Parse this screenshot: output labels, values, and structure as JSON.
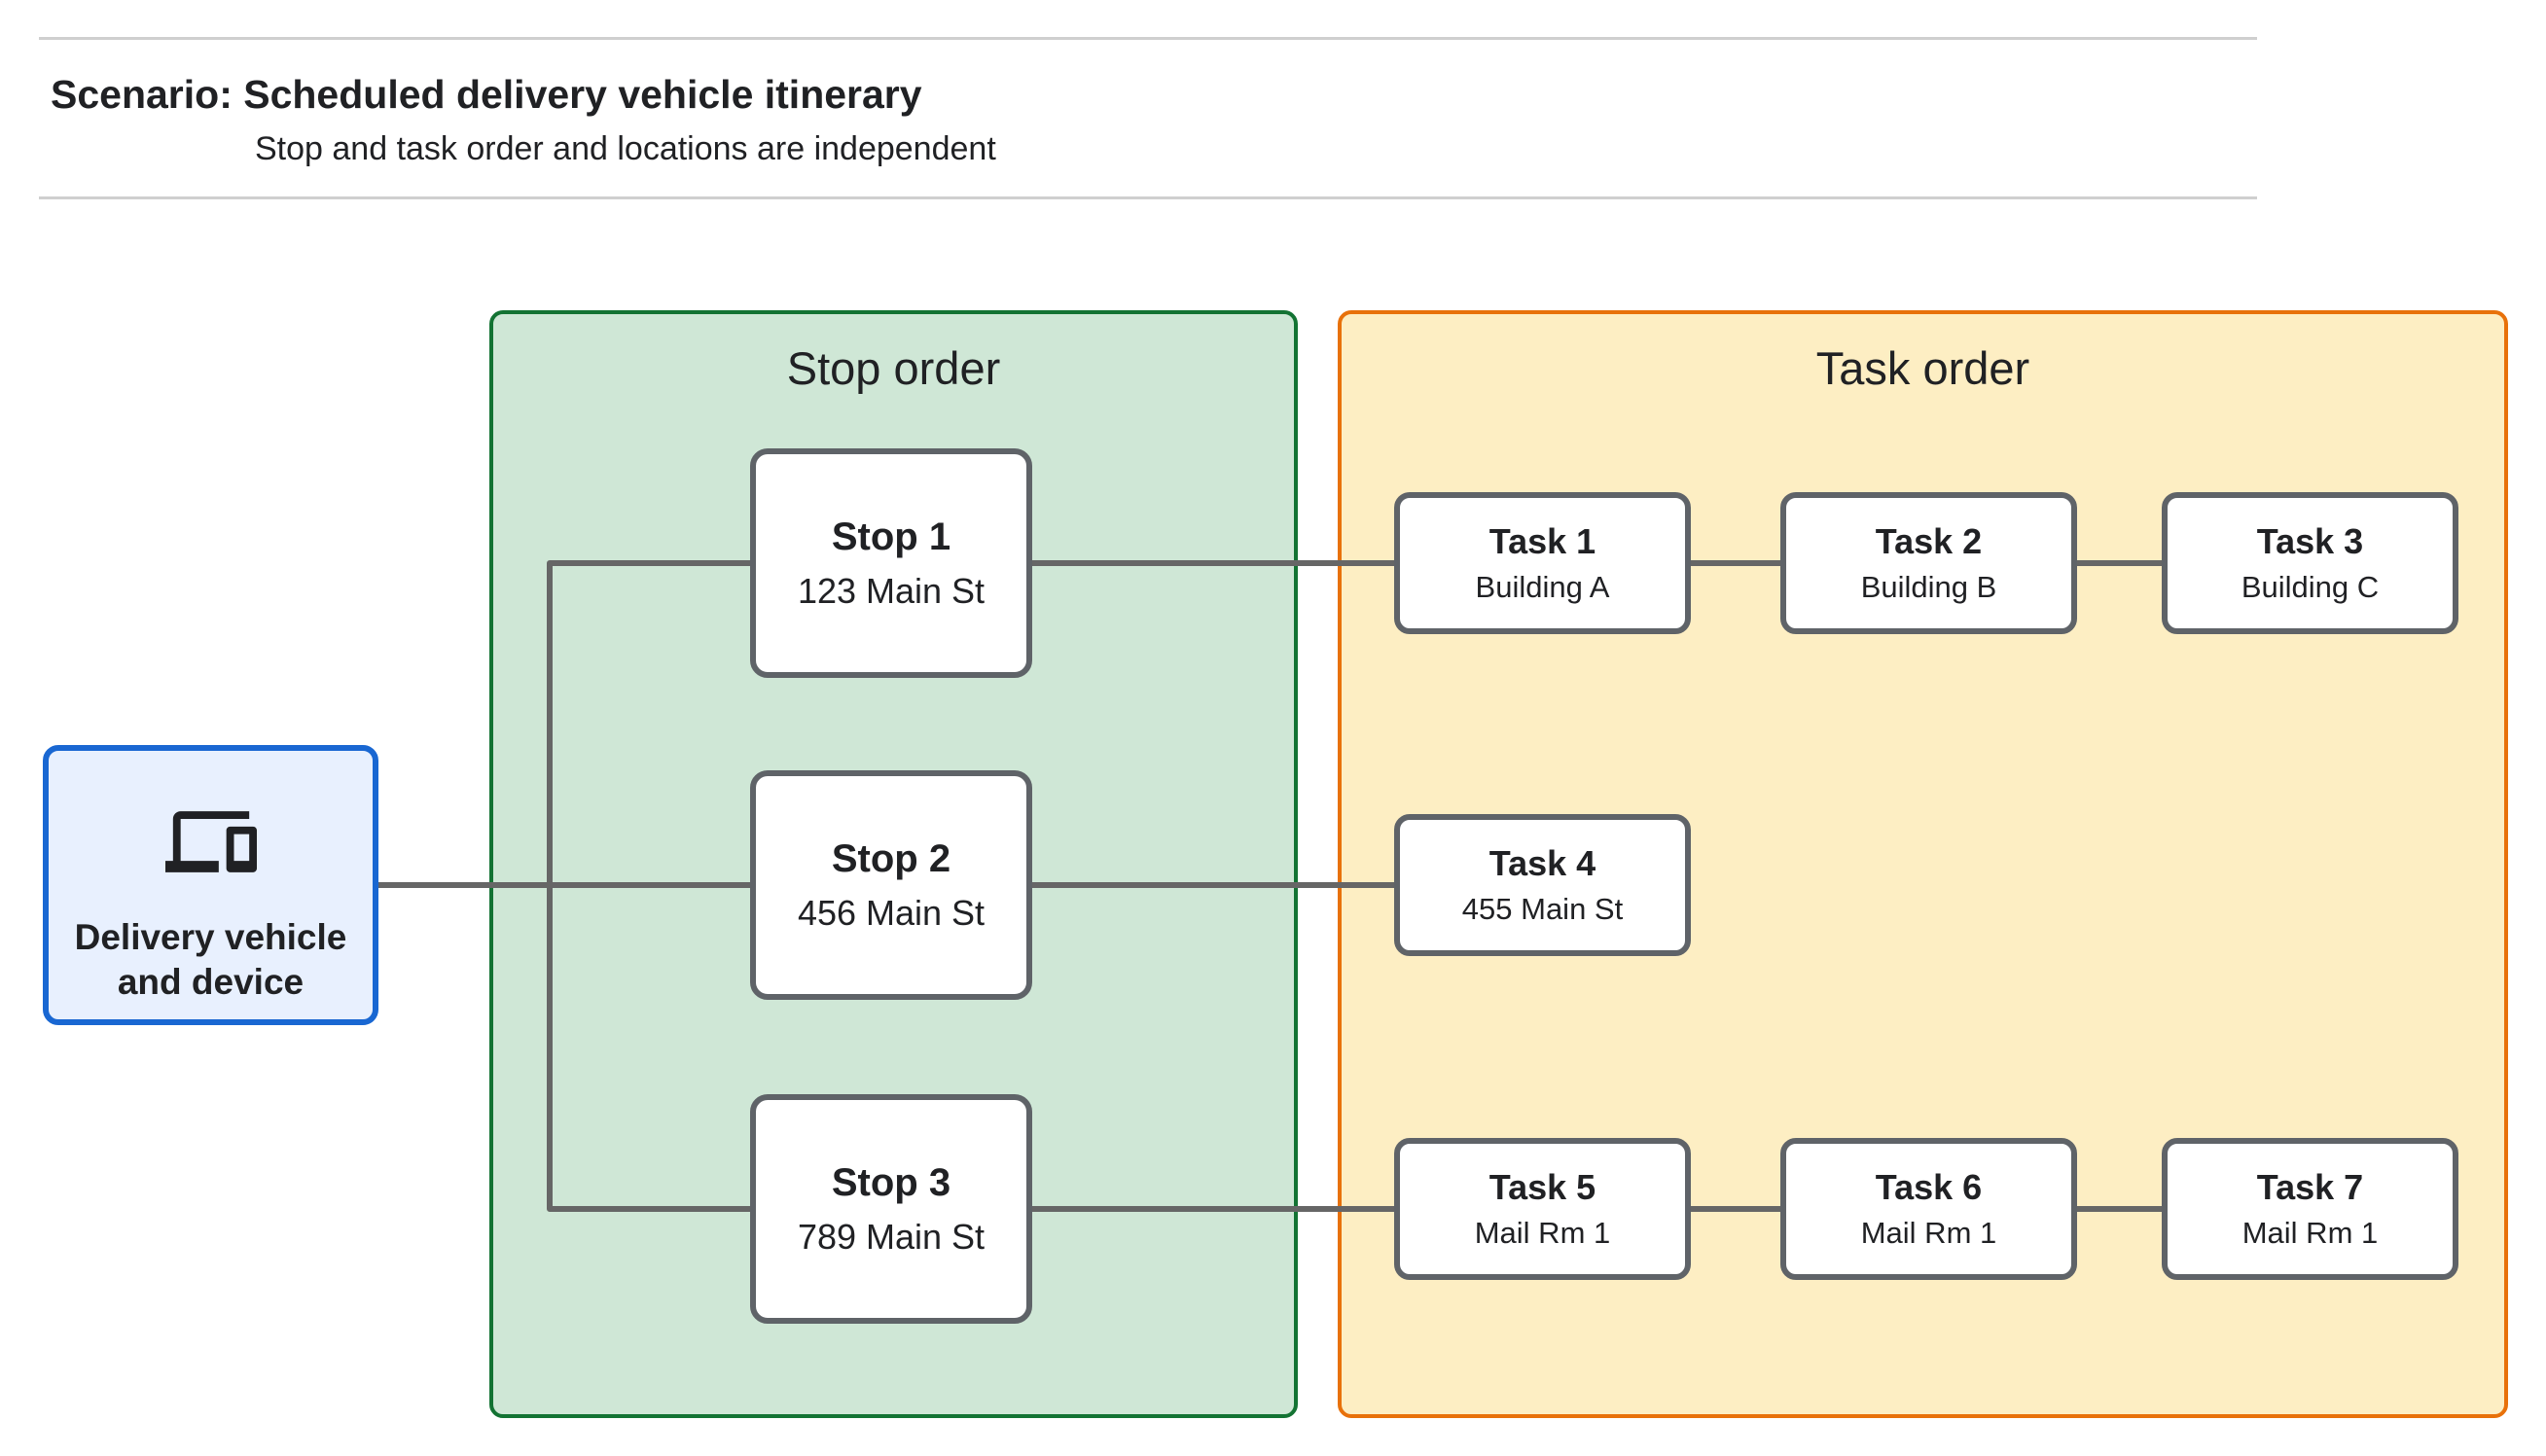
{
  "header": {
    "title": "Scenario: Scheduled delivery vehicle itinerary",
    "subtitle": "Stop and task order and locations are independent"
  },
  "device_node": {
    "label": "Delivery vehicle and device",
    "icon": "devices-icon"
  },
  "stop_group": {
    "title": "Stop order",
    "stops": [
      {
        "label": "Stop 1",
        "location": "123 Main St"
      },
      {
        "label": "Stop 2",
        "location": "456 Main St"
      },
      {
        "label": "Stop 3",
        "location": "789 Main St"
      }
    ]
  },
  "task_group": {
    "title": "Task order",
    "tasks": [
      {
        "label": "Task 1",
        "location": "Building A"
      },
      {
        "label": "Task 2",
        "location": "Building B"
      },
      {
        "label": "Task 3",
        "location": "Building C"
      },
      {
        "label": "Task 4",
        "location": "455 Main St"
      },
      {
        "label": "Task 5",
        "location": "Mail Rm 1"
      },
      {
        "label": "Task 6",
        "location": "Mail Rm 1"
      },
      {
        "label": "Task 7",
        "location": "Mail Rm 1"
      }
    ]
  },
  "colors": {
    "stop_panel_fill": "#cfe7d6",
    "stop_panel_border": "#137333",
    "task_panel_fill": "#fdeec3",
    "task_panel_border": "#e8710a",
    "device_fill": "#e8f0fe",
    "device_border": "#1967d2",
    "node_border": "#5f6368",
    "connector": "#666666",
    "text": "#202124",
    "rule": "#cfcfcf"
  }
}
